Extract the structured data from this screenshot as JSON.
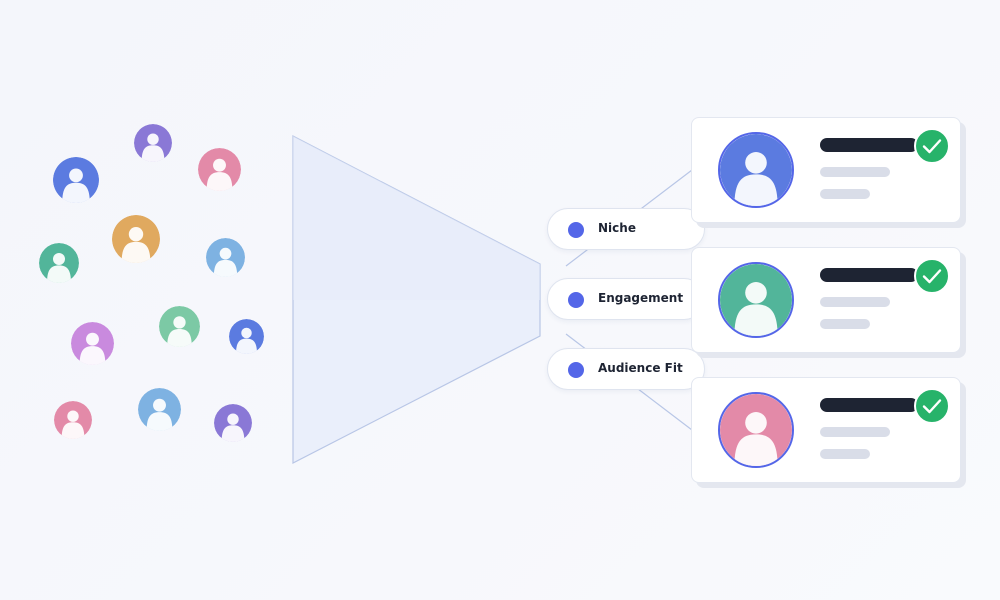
{
  "audience_pool": [
    {
      "color": "#5b7be0"
    },
    {
      "color": "#8a78d6"
    },
    {
      "color": "#e38aa8"
    },
    {
      "color": "#e0a95f"
    },
    {
      "color": "#52b59a"
    },
    {
      "color": "#7eb2e2"
    },
    {
      "color": "#c98ade"
    },
    {
      "color": "#7cc9a5"
    },
    {
      "color": "#5b7be0"
    },
    {
      "color": "#e38aa8"
    },
    {
      "color": "#7eb2e2"
    },
    {
      "color": "#8a78d6"
    }
  ],
  "filters": [
    {
      "label": "Niche",
      "icon": "dot-icon"
    },
    {
      "label": "Engagement",
      "icon": "dot-icon"
    },
    {
      "label": "Audience Fit",
      "icon": "dot-icon"
    }
  ],
  "matches": [
    {
      "avatar_color": "#5b7be0",
      "selected": true,
      "badge_icon": "checkmark-icon"
    },
    {
      "avatar_color": "#52b59a",
      "selected": true,
      "badge_icon": "checkmark-icon"
    },
    {
      "avatar_color": "#e38aa8",
      "selected": true,
      "badge_icon": "checkmark-icon"
    }
  ],
  "colors": {
    "accent": "#5466e8",
    "check": "#27b36a",
    "funnel": "#eaeffb",
    "funnel_stroke": "#b8c6e6",
    "name_bar": "#1e2433",
    "placeholder": "#d9dde8"
  }
}
